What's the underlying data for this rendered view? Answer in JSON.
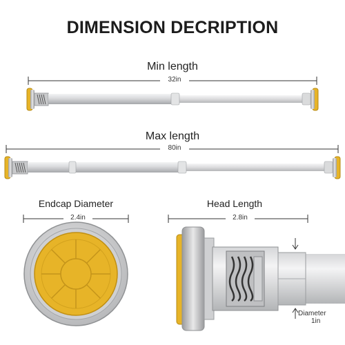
{
  "title": "DIMENSION DECRIPTION",
  "min": {
    "label": "Min length",
    "value": "32in"
  },
  "max": {
    "label": "Max length",
    "value": "80in"
  },
  "endcap": {
    "label": "Endcap Diameter",
    "value": "2.4in"
  },
  "head": {
    "label": "Head Length",
    "value": "2.8in"
  },
  "diameter": {
    "label": "Diameter",
    "value": "1in"
  },
  "colors": {
    "endcap_yellow": "#E7B428",
    "rod_silver": "#D9DADC",
    "rod_shadow": "#A9ABAE",
    "dim_line": "#333333"
  }
}
